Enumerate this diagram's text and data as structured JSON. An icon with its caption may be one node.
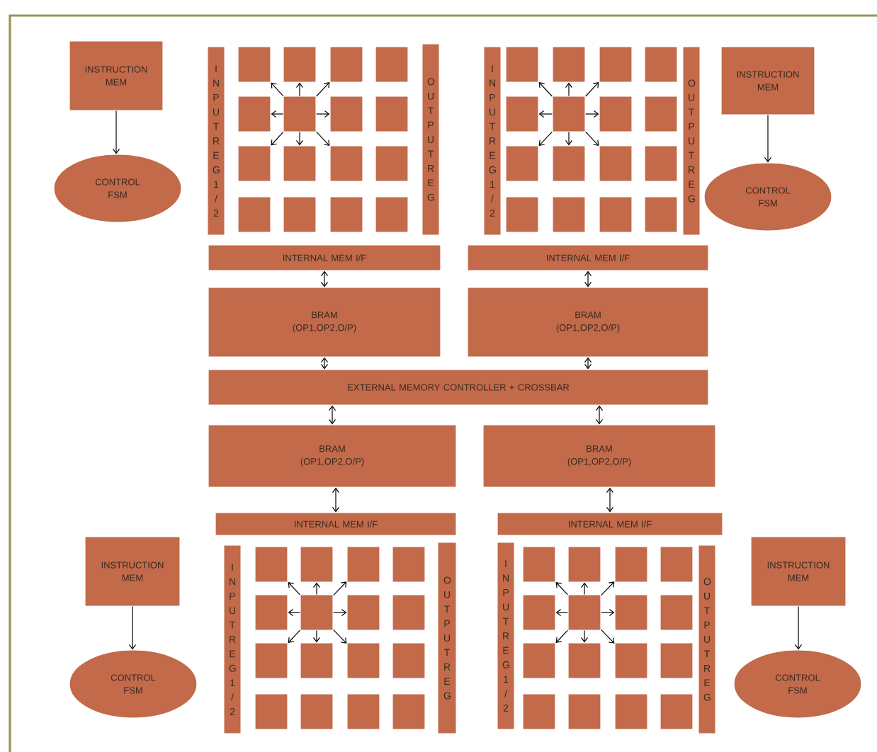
{
  "diagram": {
    "nodes": [
      {
        "text": [
          "INSTRUCTION MEM"
        ]
      },
      {
        "text": [
          "CONTROL FSM"
        ]
      },
      {
        "text": [
          "INPUT REG1/2"
        ]
      },
      {
        "text": [],
        "shape": "box"
      },
      {
        "text": [],
        "shape": "box"
      },
      {
        "text": [],
        "shape": "box"
      },
      {
        "text": [],
        "shape": "box"
      },
      {
        "text": [],
        "shape": "box"
      },
      {
        "text": [],
        "shape": "box"
      },
      {
        "text": [],
        "shape": "box"
      },
      {
        "text": [],
        "shape": "box"
      },
      {
        "text": [],
        "shape": "box"
      },
      {
        "text": [],
        "shape": "box"
      },
      {
        "text": [],
        "shape": "box"
      },
      {
        "text": [],
        "shape": "box"
      },
      {
        "text": [],
        "shape": "box"
      },
      {
        "text": [],
        "shape": "box"
      },
      {
        "text": [],
        "shape": "box"
      },
      {
        "text": [],
        "shape": "box"
      },
      {
        "text": [
          "OUTPUT REG"
        ]
      },
      {
        "text": [
          "INSTRUCTION MEM"
        ]
      },
      {
        "text": [
          "CONTROL FSM"
        ]
      },
      {
        "text": [
          "INPUT REG1/2"
        ]
      },
      {
        "text": [],
        "shape": "box"
      },
      {
        "text": [],
        "shape": "box"
      },
      {
        "text": [],
        "shape": "box"
      },
      {
        "text": [],
        "shape": "box"
      },
      {
        "text": [],
        "shape": "box"
      },
      {
        "text": [],
        "shape": "box"
      },
      {
        "text": [],
        "shape": "box"
      },
      {
        "text": [],
        "shape": "box"
      },
      {
        "text": [],
        "shape": "box"
      },
      {
        "text": [],
        "shape": "box"
      },
      {
        "text": [],
        "shape": "box"
      },
      {
        "text": [],
        "shape": "box"
      },
      {
        "text": [],
        "shape": "box"
      },
      {
        "text": [],
        "shape": "box"
      },
      {
        "text": [],
        "shape": "box"
      },
      {
        "text": [],
        "shape": "box"
      },
      {
        "text": [
          "OUTPUT REG"
        ]
      },
      {
        "text": [
          "INTERNAL MEM I/F"
        ]
      },
      {
        "text": [
          "INTERNAL MEM I/F"
        ]
      },
      {
        "text": [
          "BRAM (OP1,OP2,O/P)"
        ]
      },
      {
        "text": [
          "BRAM (OP1,OP2,O/P)"
        ]
      },
      {
        "text": [
          "EXTERNAL MEMORY CONTROLLER + CROSSBAR"
        ]
      },
      {
        "text": [
          "BRAM (OP1,OP2,O/P)"
        ]
      },
      {
        "text": [
          "BRAM (OP1,OP2,O/P)"
        ]
      },
      {
        "text": [
          "INTERNAL MEM I/F"
        ]
      },
      {
        "text": [
          "INTERNAL MEM I/F"
        ]
      },
      {
        "text": [
          "INSTRUCTION MEM"
        ]
      },
      {
        "text": [
          "CONTROL FSM"
        ]
      },
      {
        "text": [
          "INPUT REG1/2"
        ]
      },
      {
        "text": [],
        "shape": "box"
      },
      {
        "text": [],
        "shape": "box"
      },
      {
        "text": [],
        "shape": "box"
      },
      {
        "text": [],
        "shape": "box"
      },
      {
        "text": [],
        "shape": "box"
      },
      {
        "text": [],
        "shape": "box"
      },
      {
        "text": [],
        "shape": "box"
      },
      {
        "text": [],
        "shape": "box"
      },
      {
        "text": [],
        "shape": "box"
      },
      {
        "text": [],
        "shape": "box"
      },
      {
        "text": [],
        "shape": "box"
      },
      {
        "text": [],
        "shape": "box"
      },
      {
        "text": [],
        "shape": "box"
      },
      {
        "text": [],
        "shape": "box"
      },
      {
        "text": [],
        "shape": "box"
      },
      {
        "text": [],
        "shape": "box"
      },
      {
        "text": [
          "OUTPUT REG"
        ]
      },
      {
        "text": [
          "INSTRUCTION MEM"
        ]
      },
      {
        "text": [
          "CONTROL FSM"
        ]
      },
      {
        "text": [
          "INPUT REG1/2"
        ]
      },
      {
        "text": [],
        "shape": "box"
      },
      {
        "text": [],
        "shape": "box"
      },
      {
        "text": [],
        "shape": "box"
      },
      {
        "text": [],
        "shape": "box"
      },
      {
        "text": [],
        "shape": "box"
      },
      {
        "text": [],
        "shape": "box"
      },
      {
        "text": [],
        "shape": "box"
      },
      {
        "text": [],
        "shape": "box"
      },
      {
        "text": [],
        "shape": "box"
      },
      {
        "text": [],
        "shape": "box"
      },
      {
        "text": [],
        "shape": "box"
      },
      {
        "text": [],
        "shape": "box"
      },
      {
        "text": [],
        "shape": "box"
      },
      {
        "text": [],
        "shape": "box"
      },
      {
        "text": [],
        "shape": "box"
      },
      {
        "text": [],
        "shape": "box"
      },
      {
        "text": [
          "OUTPUT REG"
        ]
      }
    ],
    "edges": [
      {
        "from": 0,
        "to": 1,
        "arrow": "to"
      },
      {
        "from": 8,
        "to": 3,
        "arrow": "to"
      },
      {
        "from": 8,
        "to": 4,
        "arrow": "to"
      },
      {
        "from": 8,
        "to": 5,
        "arrow": "to"
      },
      {
        "from": 8,
        "to": 7,
        "arrow": "to"
      },
      {
        "from": 8,
        "to": 9,
        "arrow": "to"
      },
      {
        "from": 8,
        "to": 11,
        "arrow": "to"
      },
      {
        "from": 8,
        "to": 12,
        "arrow": "to"
      },
      {
        "from": 8,
        "to": 13,
        "arrow": "to"
      },
      {
        "from": 20,
        "to": 21,
        "arrow": "to"
      },
      {
        "from": 28,
        "to": 23,
        "arrow": "to"
      },
      {
        "from": 28,
        "to": 24,
        "arrow": "to"
      },
      {
        "from": 28,
        "to": 25,
        "arrow": "to"
      },
      {
        "from": 28,
        "to": 27,
        "arrow": "to"
      },
      {
        "from": 28,
        "to": 29,
        "arrow": "to"
      },
      {
        "from": 28,
        "to": 31,
        "arrow": "to"
      },
      {
        "from": 28,
        "to": 32,
        "arrow": "to"
      },
      {
        "from": 28,
        "to": 33,
        "arrow": "to"
      },
      {
        "from": 40,
        "to": 42,
        "arrow": "both"
      },
      {
        "from": 41,
        "to": 43,
        "arrow": "both"
      },
      {
        "from": 42,
        "to": 44,
        "arrow": "both"
      },
      {
        "from": 43,
        "to": 44,
        "arrow": "both"
      },
      {
        "from": 44,
        "to": 45,
        "arrow": "both"
      },
      {
        "from": 44,
        "to": 46,
        "arrow": "both"
      },
      {
        "from": 45,
        "to": 47,
        "arrow": "both"
      },
      {
        "from": 46,
        "to": 48,
        "arrow": "both"
      },
      {
        "from": 49,
        "to": 50,
        "arrow": "to"
      },
      {
        "from": 57,
        "to": 52,
        "arrow": "to"
      },
      {
        "from": 57,
        "to": 53,
        "arrow": "to"
      },
      {
        "from": 57,
        "to": 54,
        "arrow": "to"
      },
      {
        "from": 57,
        "to": 56,
        "arrow": "to"
      },
      {
        "from": 57,
        "to": 58,
        "arrow": "to"
      },
      {
        "from": 57,
        "to": 60,
        "arrow": "to"
      },
      {
        "from": 57,
        "to": 61,
        "arrow": "to"
      },
      {
        "from": 57,
        "to": 62,
        "arrow": "to"
      },
      {
        "from": 69,
        "to": 70,
        "arrow": "to"
      },
      {
        "from": 77,
        "to": 72,
        "arrow": "to"
      },
      {
        "from": 77,
        "to": 73,
        "arrow": "to"
      },
      {
        "from": 77,
        "to": 74,
        "arrow": "to"
      },
      {
        "from": 77,
        "to": 76,
        "arrow": "to"
      },
      {
        "from": 77,
        "to": 78,
        "arrow": "to"
      },
      {
        "from": 77,
        "to": 80,
        "arrow": "to"
      },
      {
        "from": 77,
        "to": 81,
        "arrow": "to"
      },
      {
        "from": 77,
        "to": 82,
        "arrow": "to"
      }
    ]
  }
}
